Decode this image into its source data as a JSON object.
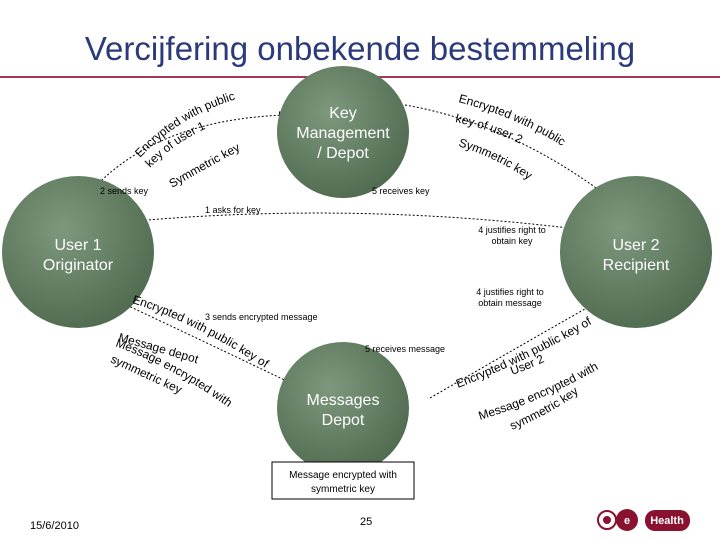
{
  "title": "Vercijfering onbekende bestemmeling",
  "nodes": {
    "user1": {
      "line1": "User 1",
      "line2": "Originator"
    },
    "user2": {
      "line1": "User 2",
      "line2": "Recipient"
    },
    "key_depot": {
      "line1": "Key",
      "line2": "Management",
      "line3": "/ Depot"
    },
    "messages_depot": {
      "line1": "Messages",
      "line2": "Depot"
    }
  },
  "labels": {
    "sends_key": "2 sends key",
    "receives_key": "5 receives key",
    "asks_for_key": "1 asks for key",
    "justifies_key_1": "4 justifies right to",
    "justifies_key_2": "obtain key",
    "justifies_msg_1": "4 justifies right to",
    "justifies_msg_2": "obtain message",
    "sends_encrypted": "3 sends encrypted message",
    "receives_message": "5 receives message"
  },
  "curved_text": {
    "left_key_1": "Encrypted with public",
    "left_key_2": "key of user 1",
    "left_key_3": "Symmetric key",
    "right_key_1": "Encrypted with public",
    "right_key_2": "key of user 2",
    "right_key_3": "Symmetric key",
    "left_msg_1": "Encrypted with public key of",
    "left_msg_2": "Message depot",
    "left_msg_3": "Message encrypted with",
    "left_msg_4": "symmetric key",
    "right_msg_1": "Encrypted with public key of",
    "right_msg_2": "User 2",
    "right_msg_3": "Message encrypted with",
    "right_msg_4": "symmetric key"
  },
  "callout": {
    "line1": "Message encrypted with",
    "line2": "symmetric key"
  },
  "footer": {
    "date": "15/6/2010",
    "page": "25",
    "logo_text": "Health",
    "logo_mark": "e"
  },
  "colors": {
    "circle": "#5e7a5e",
    "title": "#2b3a7a",
    "rule": "#a23a55",
    "logo": "#8a1230"
  }
}
